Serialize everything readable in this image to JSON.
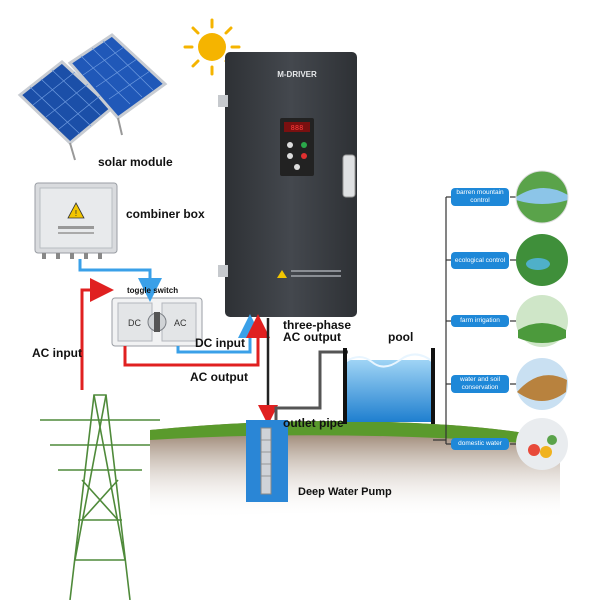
{
  "labels": {
    "solar_module": "solar module",
    "combiner_box": "combiner box",
    "toggle_switch": "toggle switch",
    "dc_input": "DC input",
    "ac_input": "AC input",
    "ac_output": "AC output",
    "three_phase_line1": "three-phase",
    "three_phase_line2": "AC output",
    "pool": "pool",
    "outlet_pipe": "outlet pipe",
    "deep_water_pump": "Deep Water Pump"
  },
  "inverter": {
    "brand": "M-DRIVER"
  },
  "switch": {
    "dc": "DC",
    "ac": "AC"
  },
  "applications": [
    {
      "label": "barren mountain control"
    },
    {
      "label": "ecological control"
    },
    {
      "label": "farm irrigation"
    },
    {
      "label": "water and soil conservation"
    },
    {
      "label": "domestic water"
    }
  ],
  "colors": {
    "accent_blue": "#1e88d8",
    "ac_red": "#e02020",
    "dc_blue": "#3aa0e8",
    "inverter": "#3c3f44"
  }
}
